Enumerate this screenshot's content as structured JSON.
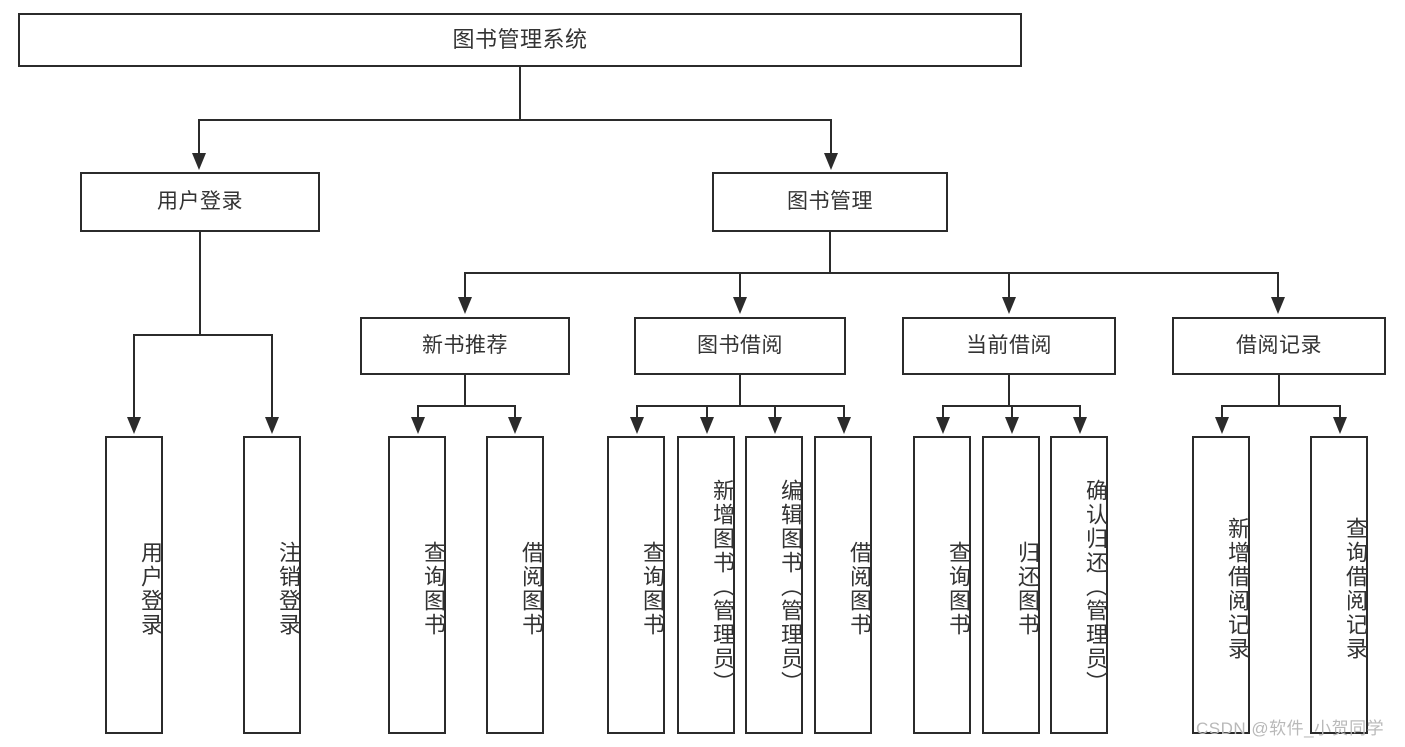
{
  "diagram": {
    "title": "图书管理系统",
    "root": {
      "label": "图书管理系统"
    },
    "level2": [
      {
        "label": "用户登录"
      },
      {
        "label": "图书管理"
      }
    ],
    "level3": [
      {
        "label": "新书推荐"
      },
      {
        "label": "图书借阅"
      },
      {
        "label": "当前借阅"
      },
      {
        "label": "借阅记录"
      }
    ],
    "leaves": {
      "user_login": [
        {
          "label": "用户登录"
        },
        {
          "label": "注销登录"
        }
      ],
      "new_book_recommend": [
        {
          "label": "查询图书"
        },
        {
          "label": "借阅图书"
        }
      ],
      "book_borrow": [
        {
          "label": "查询图书"
        },
        {
          "label": "新增图书（管理员）"
        },
        {
          "label": "编辑图书（管理员）"
        },
        {
          "label": "借阅图书"
        }
      ],
      "current_borrow": [
        {
          "label": "查询图书"
        },
        {
          "label": "归还图书"
        },
        {
          "label": "确认归还（管理员）"
        }
      ],
      "borrow_records": [
        {
          "label": "新增借阅记录"
        },
        {
          "label": "查询借阅记录"
        }
      ]
    }
  },
  "watermark": {
    "text": "CSDN @软件_小贺同学"
  },
  "colors": {
    "stroke": "#2b2b2b",
    "text": "#333333",
    "background": "#ffffff",
    "watermark": "#b9b9b9"
  }
}
